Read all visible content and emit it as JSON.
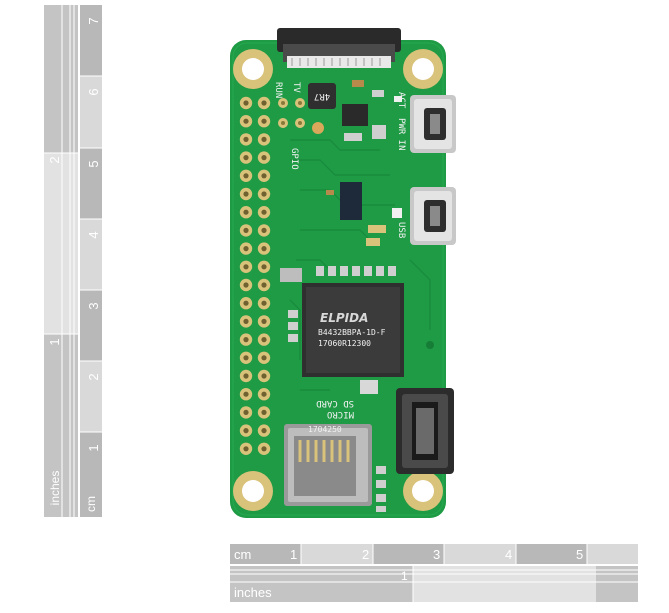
{
  "colors": {
    "pcb": "#1f9a45",
    "pcb_dark": "#167d37",
    "ruler_light": "#d9d9d9",
    "ruler_mid": "#bdbdbd",
    "ruler_dark": "#9e9e9e",
    "ruler_text": "#ffffff",
    "chip": "#2c2c2c",
    "gold": "#d9c27a",
    "metal": "#c8c8c8"
  },
  "vertical_ruler": {
    "cm_label": "cm",
    "inches_label": "inches",
    "cm_numbers": [
      "1",
      "2",
      "3",
      "4",
      "5",
      "6",
      "7"
    ],
    "inch_numbers": [
      "1",
      "2"
    ]
  },
  "horizontal_ruler": {
    "cm_label": "cm",
    "inches_label": "inches",
    "cm_numbers": [
      "1",
      "2",
      "3",
      "4",
      "5"
    ],
    "inch_numbers": [
      "1"
    ]
  },
  "board": {
    "silk_run": "RUN",
    "silk_tv": "TV",
    "silk_act": "ACT",
    "silk_pwr_in": "PWR IN",
    "silk_usb": "USB",
    "silk_gpio": "GPIO",
    "silk_micro_sd": "MICRO",
    "silk_sd_card": "SD CARD",
    "inductor_text": "4R7",
    "ram_brand": "ELPIDA",
    "ram_part": "B4432BBPA-1D-F",
    "ram_code": "17060R12300",
    "sd_code": "1704250"
  }
}
